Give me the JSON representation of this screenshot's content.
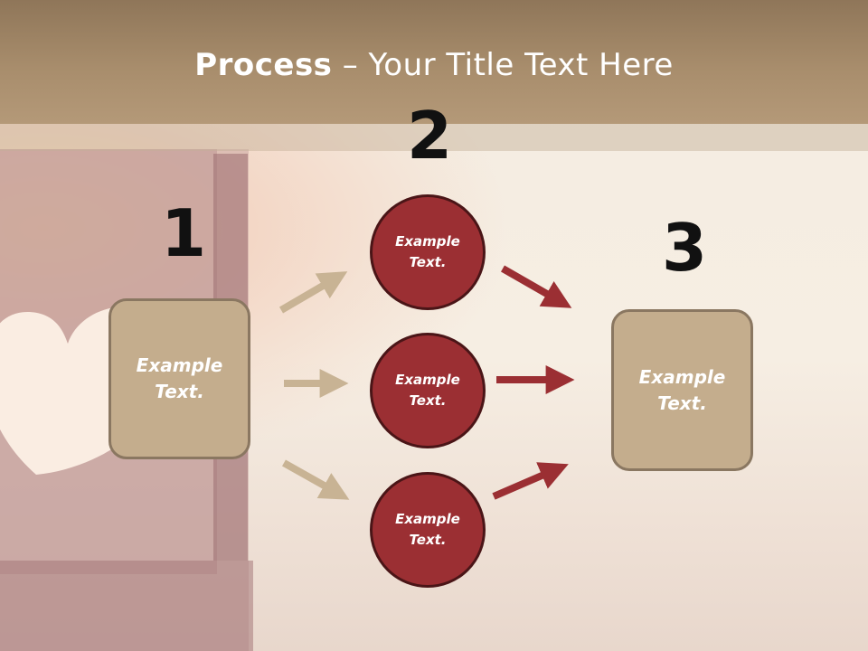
{
  "title": {
    "bold": "Process",
    "rest": " – Your Title Text Here"
  },
  "steps": {
    "one": {
      "number": "1",
      "text_line1": "Example",
      "text_line2": "Text."
    },
    "two": {
      "number": "2"
    },
    "three": {
      "number": "3",
      "text_line1": "Example",
      "text_line2": "Text."
    }
  },
  "circles": [
    {
      "text_line1": "Example",
      "text_line2": "Text."
    },
    {
      "text_line1": "Example",
      "text_line2": "Text."
    },
    {
      "text_line1": "Example",
      "text_line2": "Text."
    }
  ],
  "colors": {
    "header": "#a88d6c",
    "box": "#c4ad8d",
    "circle": "#9b2f33",
    "arrow_tan": "#c8b394",
    "arrow_red": "#9b2f33"
  }
}
